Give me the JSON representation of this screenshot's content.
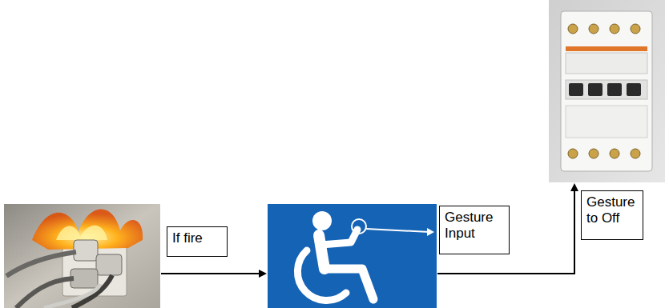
{
  "diagram": {
    "nodes": [
      {
        "text": [
          "If fire"
        ]
      },
      {
        "text": [
          "Gesture Input"
        ]
      },
      {
        "text": [
          "Gesture to Off"
        ]
      }
    ]
  }
}
